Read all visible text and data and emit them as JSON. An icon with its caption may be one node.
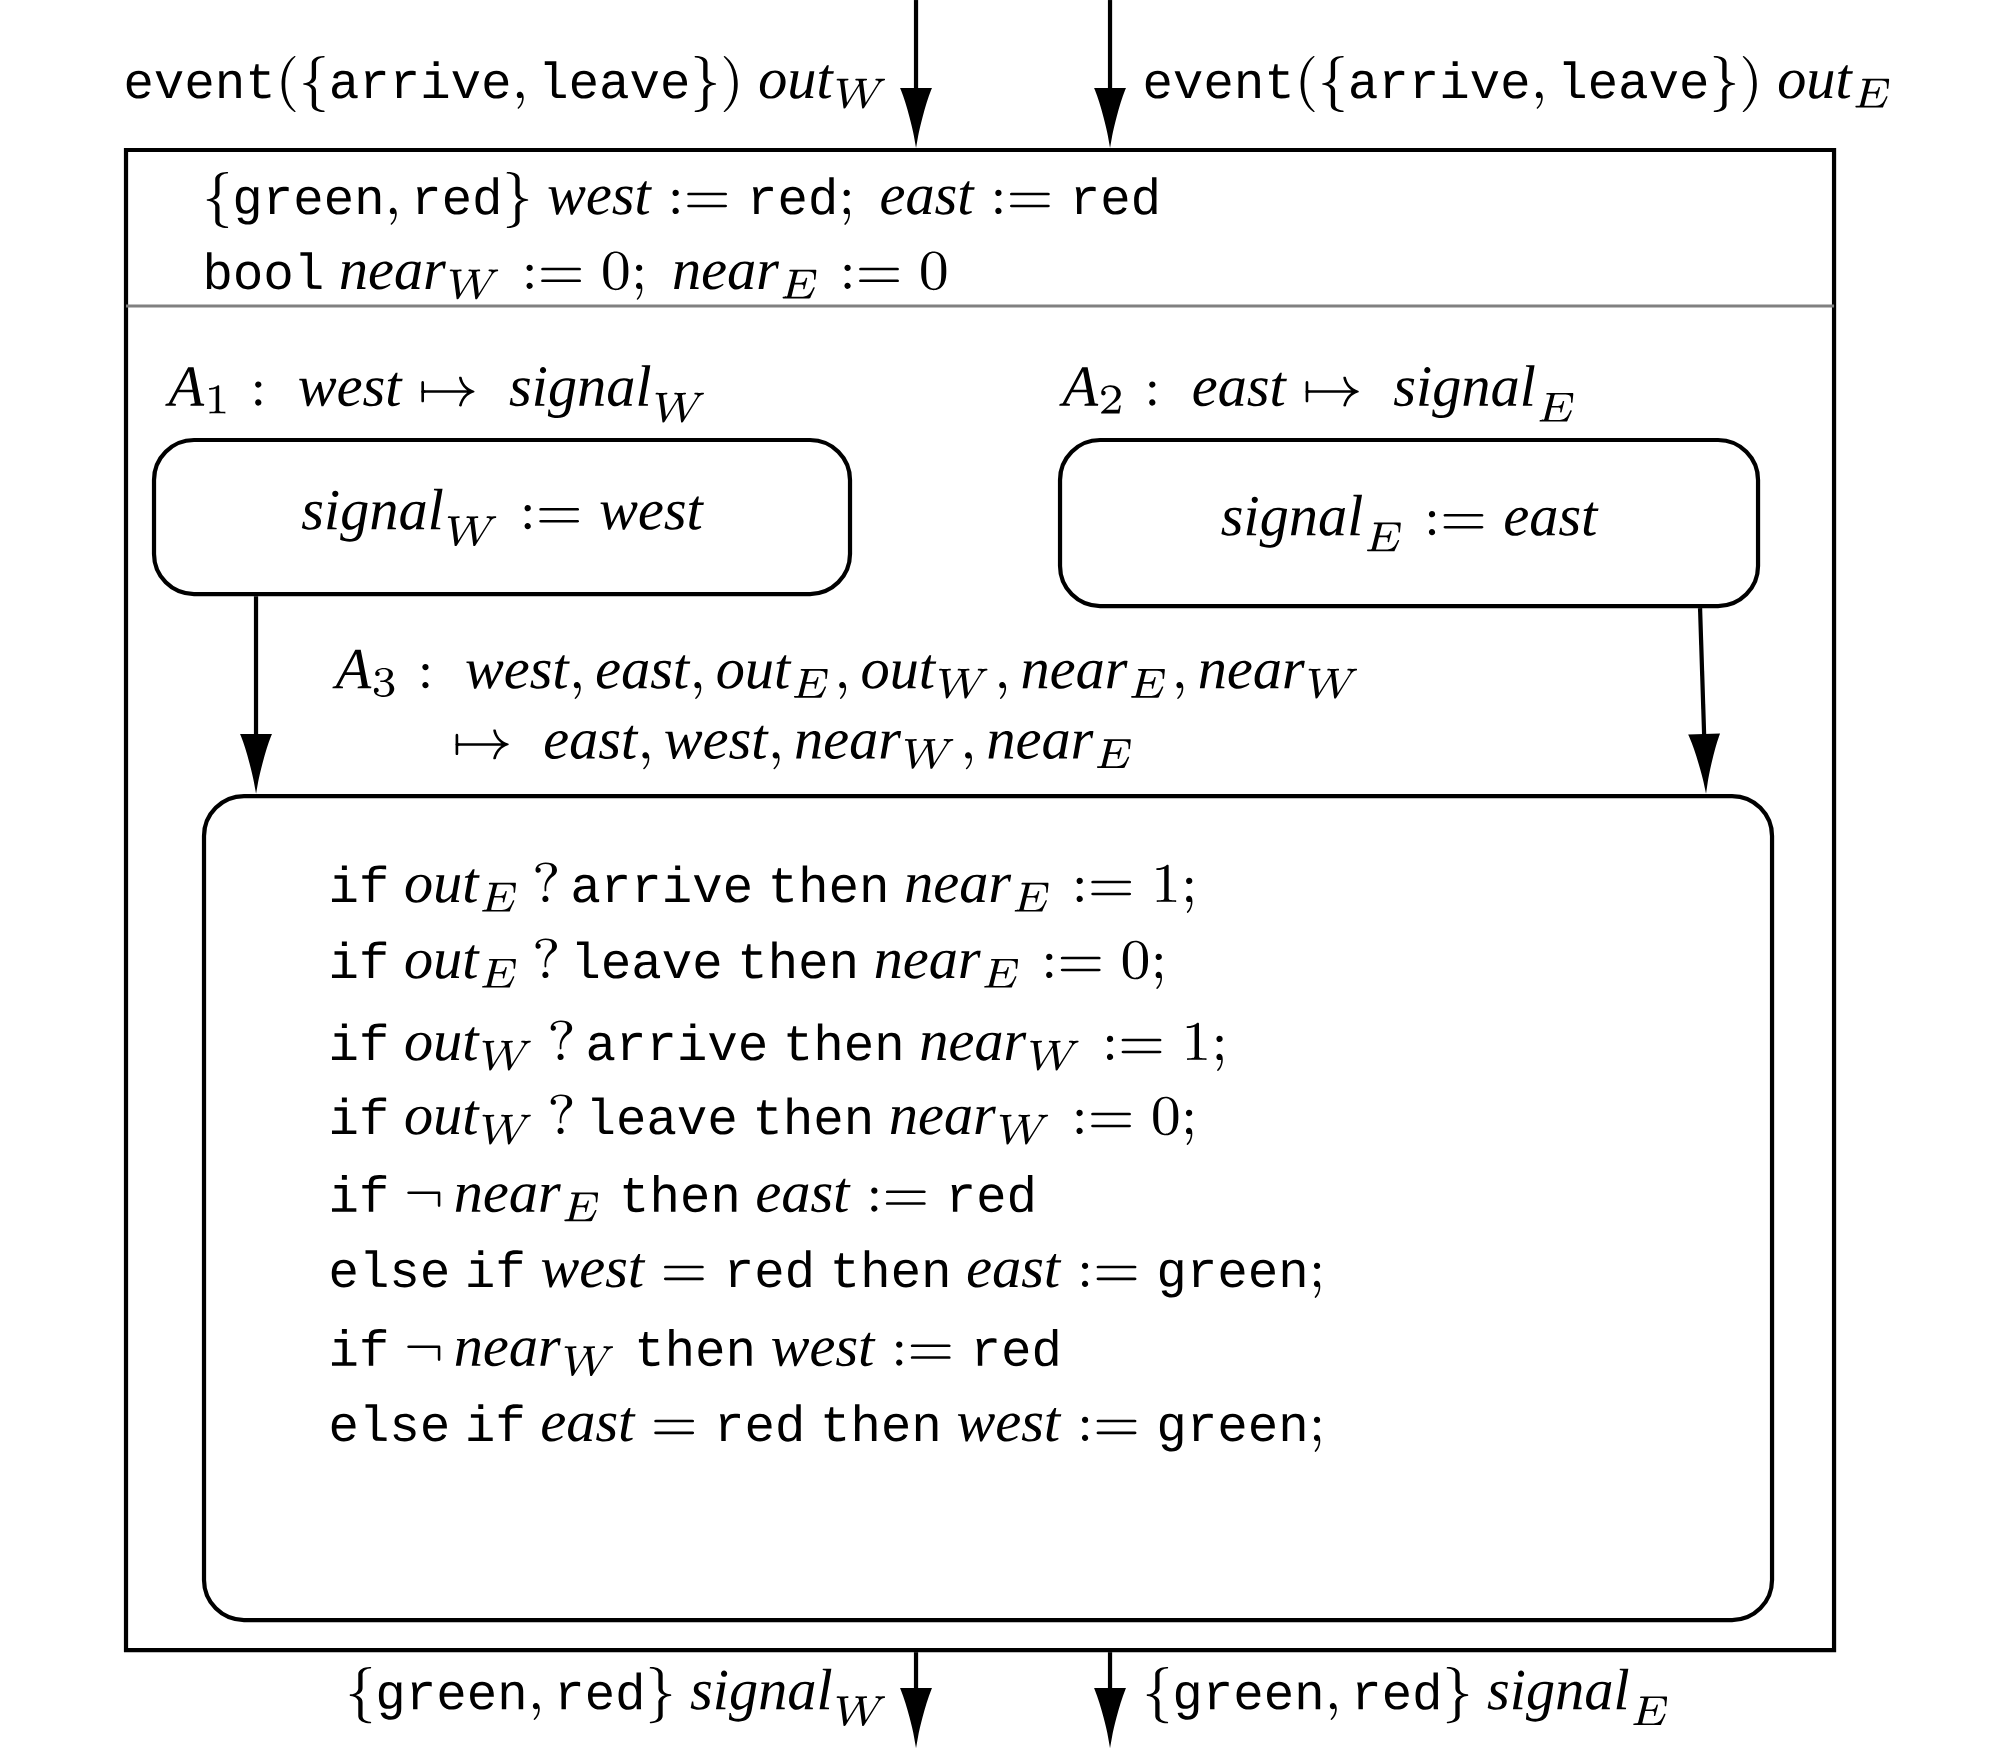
{
  "diagram": {
    "nodes": [
      {
        "text": [
          "\\{\\mathtt{green},\\mathtt{red}\\}\\ \\mathit{west}:=\\mathtt{red};\\ \\mathit{east}:=\\mathtt{red}",
          "\\mathtt{bool}\\ \\mathit{near}_W:=0;\\ \\mathit{near}_E:=0"
        ]
      },
      {
        "text": [
          "\\mathit{A}_1:\\ \\mathit{west}\\mapsto\\ \\mathit{signal}_W",
          "\\mathit{signal}_W:=\\mathit{west}"
        ],
        "in": 0
      },
      {
        "text": [
          "\\mathit{A}_2:\\ \\mathit{east}\\mapsto\\ \\mathit{signal}_E",
          "\\mathit{signal}_E:=\\mathit{east}"
        ],
        "in": 0
      },
      {
        "text": [
          "\\begin{array}{l}\\mathit{A}_3:\\ \\mathit{west},\\mathit{east},\\mathit{out}_E,\\mathit{out}_W,\\mathit{near}_E,\\mathit{near}_W\\\\\\qquad\\mapsto\\ \\mathit{east},\\mathit{west},\\mathit{near}_W,\\mathit{near}_E\\end{array}",
          "\\mathtt{if}\\ \\mathit{out}_E\\,?\\,\\mathtt{arrive}\\ \\mathtt{then}\\ \\mathit{near}_E:=1;",
          "\\mathtt{if}\\ \\mathit{out}_E\\,?\\,\\mathtt{leave}\\ \\mathtt{then}\\ \\mathit{near}_E:=0;",
          "\\mathtt{if}\\ \\mathit{out}_W\\,?\\,\\mathtt{arrive}\\ \\mathtt{then}\\ \\mathit{near}_W:=1;",
          "\\mathtt{if}\\ \\mathit{out}_W\\,?\\,\\mathtt{leave}\\ \\mathtt{then}\\ \\mathit{near}_W:=0;",
          "\\mathtt{if}\\ \\neg\\,\\mathit{near}_E\\ \\mathtt{then}\\ \\mathit{east}:=\\mathtt{red}",
          "\\mathtt{else}\\ \\mathtt{if}\\ \\mathit{west}=\\mathtt{red}\\ \\mathtt{then}\\ \\mathit{east}:=\\mathtt{green};",
          "\\mathtt{if}\\ \\neg\\,\\mathit{near}_W\\ \\mathtt{then}\\ \\mathit{west}:=\\mathtt{red}",
          "\\mathtt{else}\\ \\mathtt{if}\\ \\mathit{east}=\\mathtt{red}\\ \\mathtt{then}\\ \\mathit{west}:=\\mathtt{green};"
        ],
        "in": 0
      }
    ],
    "edges": [
      {
        "from": null,
        "to": 0,
        "arrow": "to",
        "label": "\\mathtt{event}(\\{\\mathtt{arrive},\\mathtt{leave}\\})\\ \\mathit{out}_W"
      },
      {
        "from": null,
        "to": 0,
        "arrow": "to",
        "label": "\\mathtt{event}(\\{\\mathtt{arrive},\\mathtt{leave}\\})\\ \\mathit{out}_E"
      },
      {
        "from": 1,
        "to": 3,
        "arrow": "to"
      },
      {
        "from": 2,
        "to": 3,
        "arrow": "to"
      },
      {
        "from": 0,
        "to": null,
        "arrow": "to",
        "label": "\\{\\mathtt{green},\\mathtt{red}\\}\\ \\mathit{signal}_W"
      },
      {
        "from": 0,
        "to": null,
        "arrow": "to",
        "label": "\\{\\mathtt{green},\\mathtt{red}\\}\\ \\mathit{signal}_E"
      }
    ]
  }
}
